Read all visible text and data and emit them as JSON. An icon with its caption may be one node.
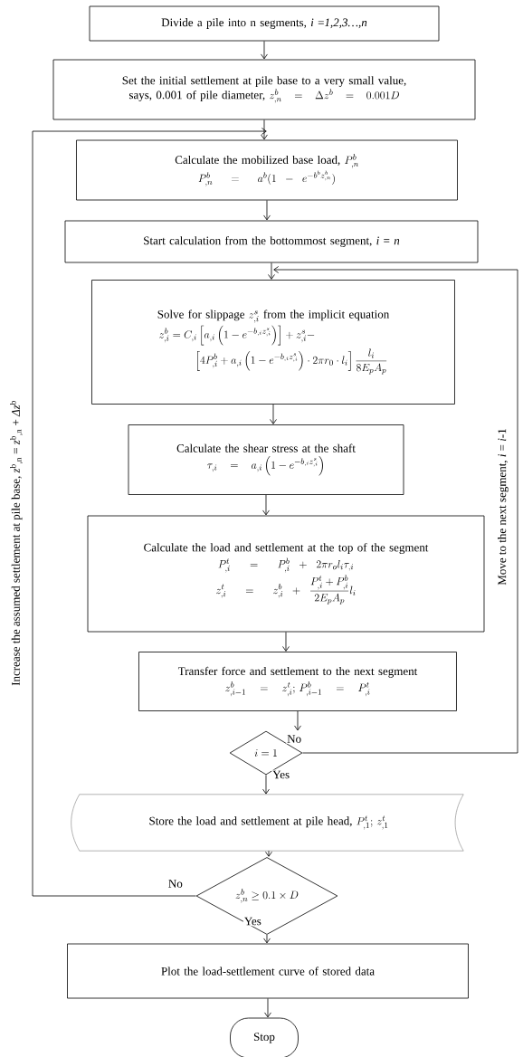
{
  "diagram": {
    "nodes": [
      {
        "text": [
          "Divide a pile into n segments, *i* =*1,2,3…,n*"
        ]
      },
      {
        "text": [
          "Set the initial settlement at pile base to a very small value, says, 0.001 of pile diameter,",
          "z^b_{,n}=\\Delta z^b=0.001D"
        ]
      },
      {
        "text": [
          "Calculate the mobilized base load,",
          "P^b_{,n}",
          "P^b_{,n}=a^b(1-e^{-b^b z^b_{,n}})"
        ]
      },
      {
        "text": [
          "Start calculation from the bottommost segment, *i* = *n*"
        ]
      },
      {
        "text": [
          "Solve for slippage",
          "z^s_{,i}",
          "from the implicit equation",
          "\\begin{aligned}z^b_{,i}&=C_{,i}\\left[a_{,i}\\left(1-e^{-b_{,i}z^s_{,i}}\\right)\\right]+z^s_{,i}-\\\\&\\qquad\\left[4P^b_{,i}+a_{,i}\\left(1-e^{-b_{,i}z^s_{,i}}\\right)\\cdot 2\\pi r_0\\cdot l_i\\right]\\frac{l_i}{8E_pA_p}\\end{aligned}"
        ]
      },
      {
        "text": [
          "Calculate the shear stress at the shaft",
          "\\tau_{,i}=a_{,i}\\left(1-e^{-b_{,i}z^s_{,i}}\\right)"
        ]
      },
      {
        "text": [
          "Calculate the load and settlement at the top of the segment",
          "P^t_{,i}=P^b_{,i}+2\\pi r_o l_i\\tau_{,i}",
          "z^t_{,i}=z^b_{,i}+\\frac{P^t_{,i}+P^b_{,i}}{2E_pA_p}l_i"
        ]
      },
      {
        "text": [
          "Transfer force and settlement to the next segment",
          "z^b_{,i-1}=z^t_{,i};\\,P^b_{,i-1}=P^t_{,i}"
        ]
      },
      {
        "text": [
          "i=1"
        ]
      },
      {
        "text": [
          "Store the load and settlement at pile head,",
          "P^t_{,1};\\,z^t_{,1}"
        ]
      },
      {
        "text": [
          "z^b_{,n}\\geq 0.1\\times D"
        ]
      },
      {
        "text": [
          "Plot the load-settlement curve of stored data"
        ]
      },
      {
        "text": [
          "Stop"
        ]
      }
    ],
    "edges": [
      {
        "from": 0,
        "to": 1,
        "arrow": "to"
      },
      {
        "from": 1,
        "to": 2,
        "arrow": "to"
      },
      {
        "from": 2,
        "to": 3,
        "arrow": "to"
      },
      {
        "from": 3,
        "to": 4,
        "arrow": "to"
      },
      {
        "from": 4,
        "to": 5,
        "arrow": "to"
      },
      {
        "from": 5,
        "to": 6,
        "arrow": "to"
      },
      {
        "from": 6,
        "to": 7,
        "arrow": "to"
      },
      {
        "from": 7,
        "to": 8,
        "arrow": "to"
      },
      {
        "from": 8,
        "to": 9,
        "arrow": "to",
        "label": "Yes"
      },
      {
        "from": 8,
        "to": 4,
        "arrow": "to",
        "label": "No"
      },
      {
        "from": 9,
        "to": 10,
        "arrow": "to"
      },
      {
        "from": 10,
        "to": 11,
        "arrow": "to",
        "label": "Yes"
      },
      {
        "from": 10,
        "to": 2,
        "arrow": "to",
        "label": "No"
      },
      {
        "from": 11,
        "to": 12,
        "arrow": "to"
      }
    ],
    "labels": [
      "Increase the assumed settlement at pile base, *z*$^{b}$$_{,n}$ = *z*$^{b}$$_{,n}$ + *Δz*$^{b}$",
      "Move to the next segment, *i* = *i*-1"
    ]
  }
}
